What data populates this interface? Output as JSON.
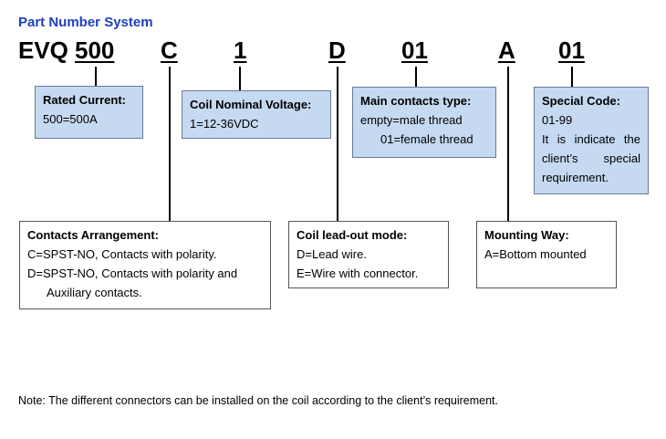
{
  "title": "Part Number System",
  "code": {
    "prefix": "EVQ",
    "rated": "500",
    "arrangement": "C",
    "voltage": "1",
    "leadout": "D",
    "main_contacts": "01",
    "mounting": "A",
    "special": "01"
  },
  "boxes": {
    "rated_current": {
      "heading": "Rated Current:",
      "lines": [
        "500=500A"
      ]
    },
    "coil_voltage": {
      "heading": "Coil Nominal Voltage:",
      "lines": [
        "1=12-36VDC"
      ]
    },
    "main_contacts": {
      "heading": "Main contacts type:",
      "lines": [
        "empty=male thread",
        "01=female thread"
      ]
    },
    "special_code": {
      "heading": "Special Code:",
      "lines": [
        "01-99",
        "It is indicate the",
        "client’s special",
        "requirement."
      ]
    },
    "contacts_arrangement": {
      "heading": "Contacts Arrangement:",
      "lines": [
        "C=SPST-NO, Contacts with polarity.",
        "D=SPST-NO, Contacts with polarity and",
        "Auxiliary contacts."
      ]
    },
    "coil_leadout": {
      "heading": "Coil lead-out mode:",
      "lines": [
        "D=Lead wire.",
        "E=Wire with connector."
      ]
    },
    "mounting_way": {
      "heading": "Mounting Way:",
      "lines": [
        "A=Bottom mounted"
      ]
    }
  },
  "note": "Note: The different connectors can be installed on the coil according to the client’s requirement.",
  "colors": {
    "title": "#1f3fbf",
    "box_fill": "#c5d9f1",
    "box_border": "#6b7a99"
  }
}
